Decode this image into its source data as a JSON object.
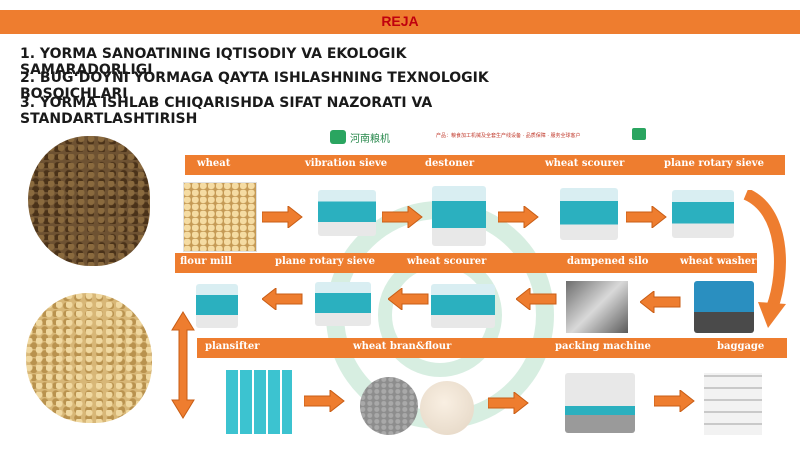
{
  "header": {
    "title": "REJA",
    "bar_color": "#ee7d2f",
    "title_color": "#c0000e"
  },
  "agenda": [
    "1. YORMA SANOATINING IQTISODIY VA EKOLOGIK SAMARADORLIGI",
    "2. BUG‘DOYNI YORMAGA QAYTA ISHLASHNING TEXNOLOGIK BOSQICHLARI",
    "3. YORMA ISHLAB CHIQARISHDA SIFAT NAZORATI VA STANDARTLASHTIRISH"
  ],
  "flow": {
    "row1": [
      "wheat",
      "vibration sieve",
      "destoner",
      "wheat scourer",
      "plane rotary sieve"
    ],
    "row2": [
      "flour mill",
      "plane rotary sieve",
      "wheat scourer",
      "dampened silo",
      "wheat washer"
    ],
    "row3": [
      "plansifter",
      "wheat bran&flour",
      "packing machine",
      "baggage"
    ],
    "accent": "#ee7d2f"
  },
  "icons": {
    "arrow": "right-arrow-icon",
    "curve": "curved-arrow-icon",
    "double": "double-arrow-icon"
  }
}
